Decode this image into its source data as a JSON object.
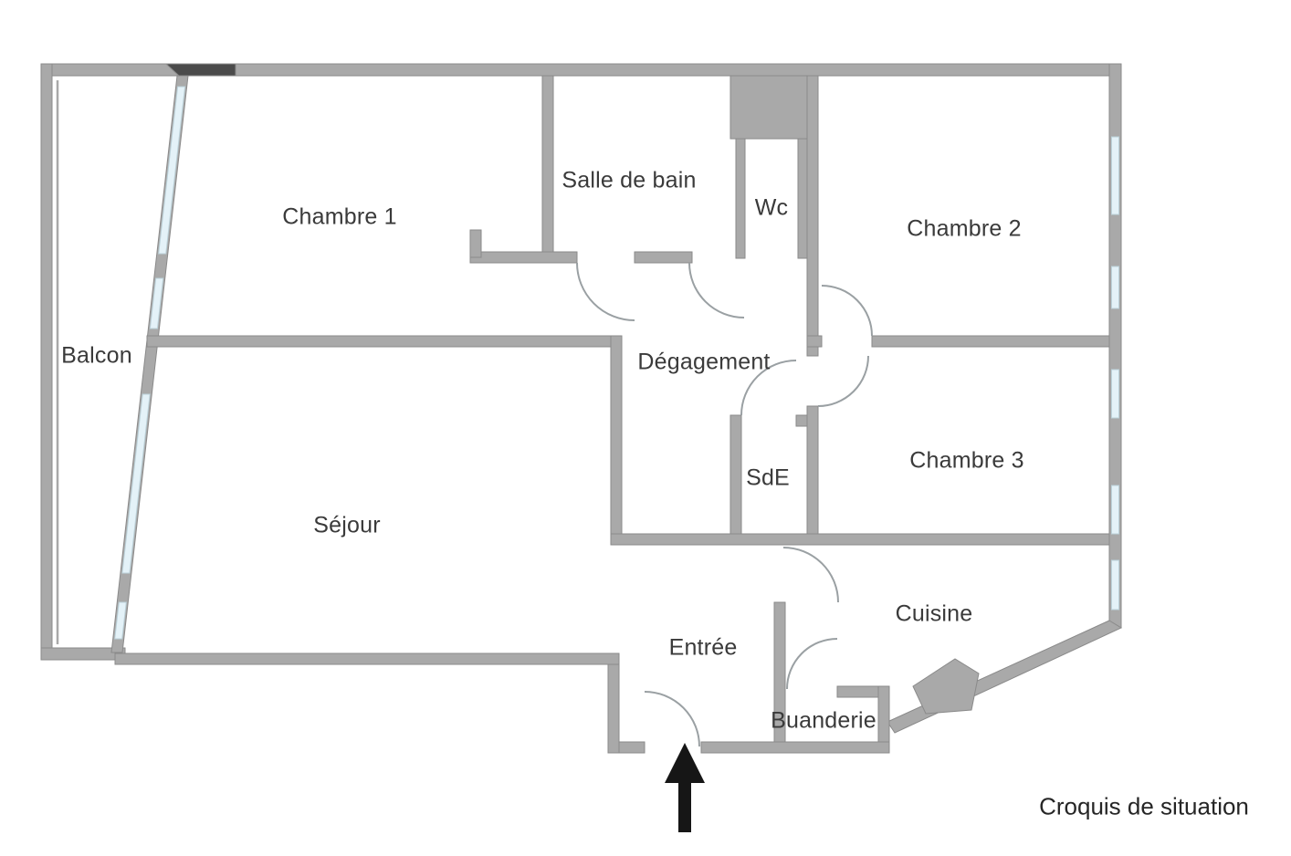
{
  "floor_plan": {
    "type": "apartment-floor-plan",
    "rooms": [
      {
        "id": "balcon",
        "label": "Balcon"
      },
      {
        "id": "chambre-1",
        "label": "Chambre 1"
      },
      {
        "id": "salle-de-bain",
        "label": "Salle de bain"
      },
      {
        "id": "wc",
        "label": "Wc"
      },
      {
        "id": "chambre-2",
        "label": "Chambre 2"
      },
      {
        "id": "degagement",
        "label": "Dégagement"
      },
      {
        "id": "chambre-3",
        "label": "Chambre 3"
      },
      {
        "id": "sde",
        "label": "SdE"
      },
      {
        "id": "sejour",
        "label": "Séjour"
      },
      {
        "id": "cuisine",
        "label": "Cuisine"
      },
      {
        "id": "entree",
        "label": "Entrée"
      },
      {
        "id": "buanderie",
        "label": "Buanderie"
      }
    ],
    "caption": "Croquis de situation",
    "icons": [
      {
        "name": "entrance-arrow-icon",
        "meaning": "main entrance direction, pointing up into the front door"
      }
    ],
    "colors": {
      "wall": "#a9a9a9",
      "wall_outline": "#8a8a8a",
      "wall_dark_segment": "#4b4b4b",
      "window": "#e4f2f8",
      "door_arc": "#9aa0a3",
      "text": "#3a3a3a",
      "arrow": "#161616",
      "background": "#ffffff"
    }
  }
}
